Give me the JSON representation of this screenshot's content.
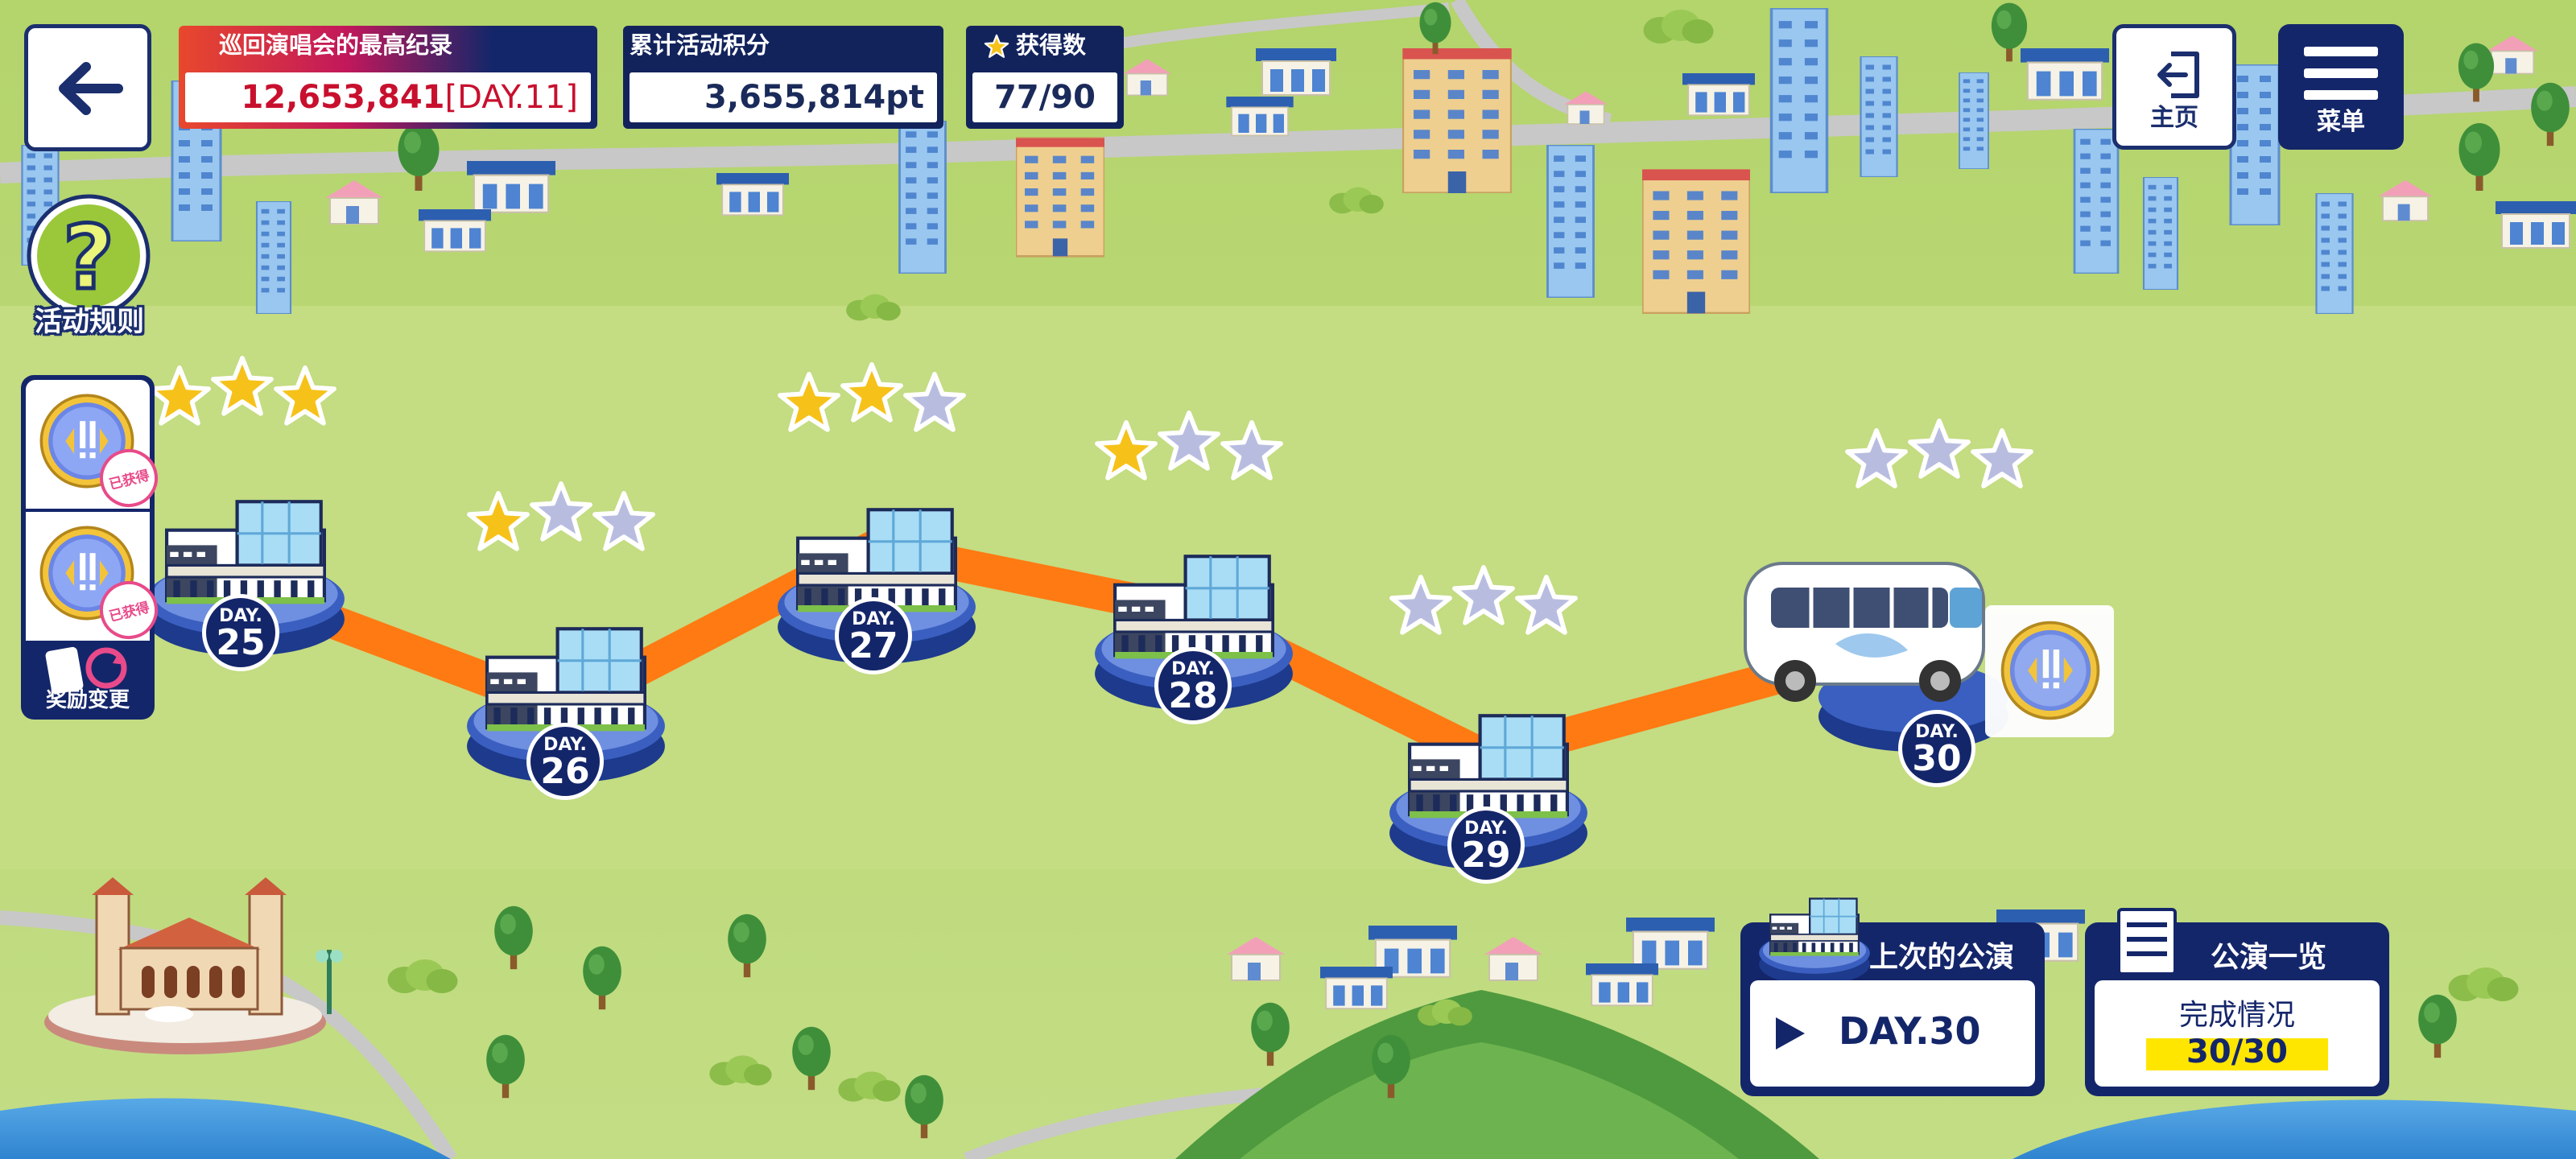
{
  "header": {
    "record": {
      "label": "巡回演唱会的最高纪录",
      "value": "12,653,841",
      "day": "[DAY.11]"
    },
    "points": {
      "label": "累计活动积分",
      "value": "3,655,814pt"
    },
    "stars": {
      "label": "获得数",
      "value": "77/90"
    }
  },
  "nav": {
    "home_label": "主页",
    "menu_label": "菜单"
  },
  "sidebar": {
    "rules_label": "活动规则",
    "reward_badge": "已获得",
    "reward_change_label": "奖励变更"
  },
  "stages": [
    {
      "day_label": "DAY.",
      "day": "25",
      "stars_earned": 3
    },
    {
      "day_label": "DAY.",
      "day": "26",
      "stars_earned": 1
    },
    {
      "day_label": "DAY.",
      "day": "27",
      "stars_earned": 2
    },
    {
      "day_label": "DAY.",
      "day": "28",
      "stars_earned": 1
    },
    {
      "day_label": "DAY.",
      "day": "29",
      "stars_earned": 0
    },
    {
      "day_label": "DAY.",
      "day": "30",
      "stars_earned": 0
    }
  ],
  "last_performance": {
    "title": "上次的公演",
    "value": "DAY.30"
  },
  "performance_list": {
    "title": "公演一览",
    "subtitle": "完成情况",
    "value": "30/30"
  },
  "colors": {
    "navy": "#14266a",
    "route": "#ff7a12",
    "star_gold": "#f6c21a",
    "star_empty": "#b8bde0",
    "record_red": "#c8102e",
    "progress_yellow": "#ffe600"
  }
}
